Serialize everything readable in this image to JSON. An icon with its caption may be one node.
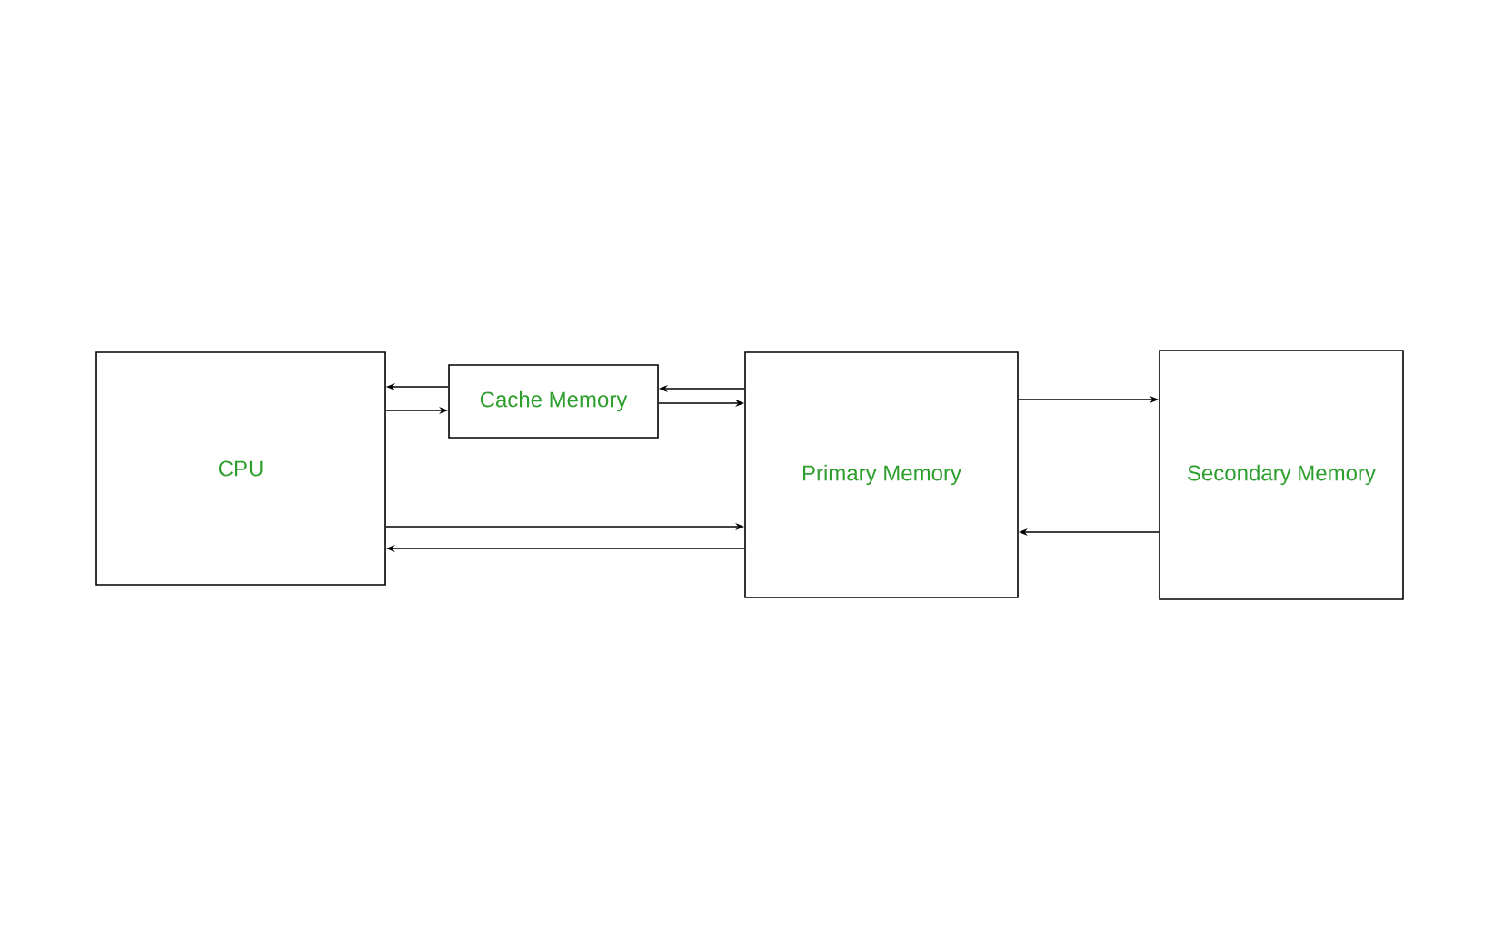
{
  "diagram": {
    "nodes": [
      {
        "text": [
          "CPU"
        ]
      },
      {
        "text": [
          "Cache Memory"
        ]
      },
      {
        "text": [
          "Primary Memory"
        ]
      },
      {
        "text": [
          "Secondary Memory"
        ]
      }
    ],
    "edges": [
      {
        "from": 1,
        "to": 0,
        "arrow": "to"
      },
      {
        "from": 0,
        "to": 1,
        "arrow": "to"
      },
      {
        "from": 2,
        "to": 1,
        "arrow": "to"
      },
      {
        "from": 1,
        "to": 2,
        "arrow": "to"
      },
      {
        "from": 0,
        "to": 2,
        "arrow": "to"
      },
      {
        "from": 2,
        "to": 0,
        "arrow": "to"
      },
      {
        "from": 2,
        "to": 3,
        "arrow": "to"
      },
      {
        "from": 3,
        "to": 2,
        "arrow": "to"
      }
    ]
  }
}
